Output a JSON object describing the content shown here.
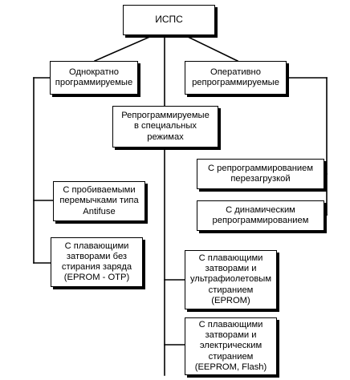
{
  "nodes": {
    "root": "ИСПС",
    "once": "Однократно\nпрограммируемые",
    "oper": "Оперативно\nрепрограммируемые",
    "spec": "Репрограммируемые\nв специальных\nрежимах",
    "antifuse": "С пробиваемыми\nперемычками типа\nAntifuse",
    "eprom_otp": "С плавающими\nзатворами без\nстирания заряда\n(EPROM - OTP)",
    "reload": "С репрограммированием\nперезагрузкой",
    "dynamic": "С динамическим\nрепрограммированием",
    "eprom": "С плавающими\nзатворами и\nультрафиолетовым\nстиранием\n(EPROM)",
    "eeprom": "С плавающими\nзатворами и\nэлектрическим\nстиранием\n(EEPROM, Flash)"
  }
}
